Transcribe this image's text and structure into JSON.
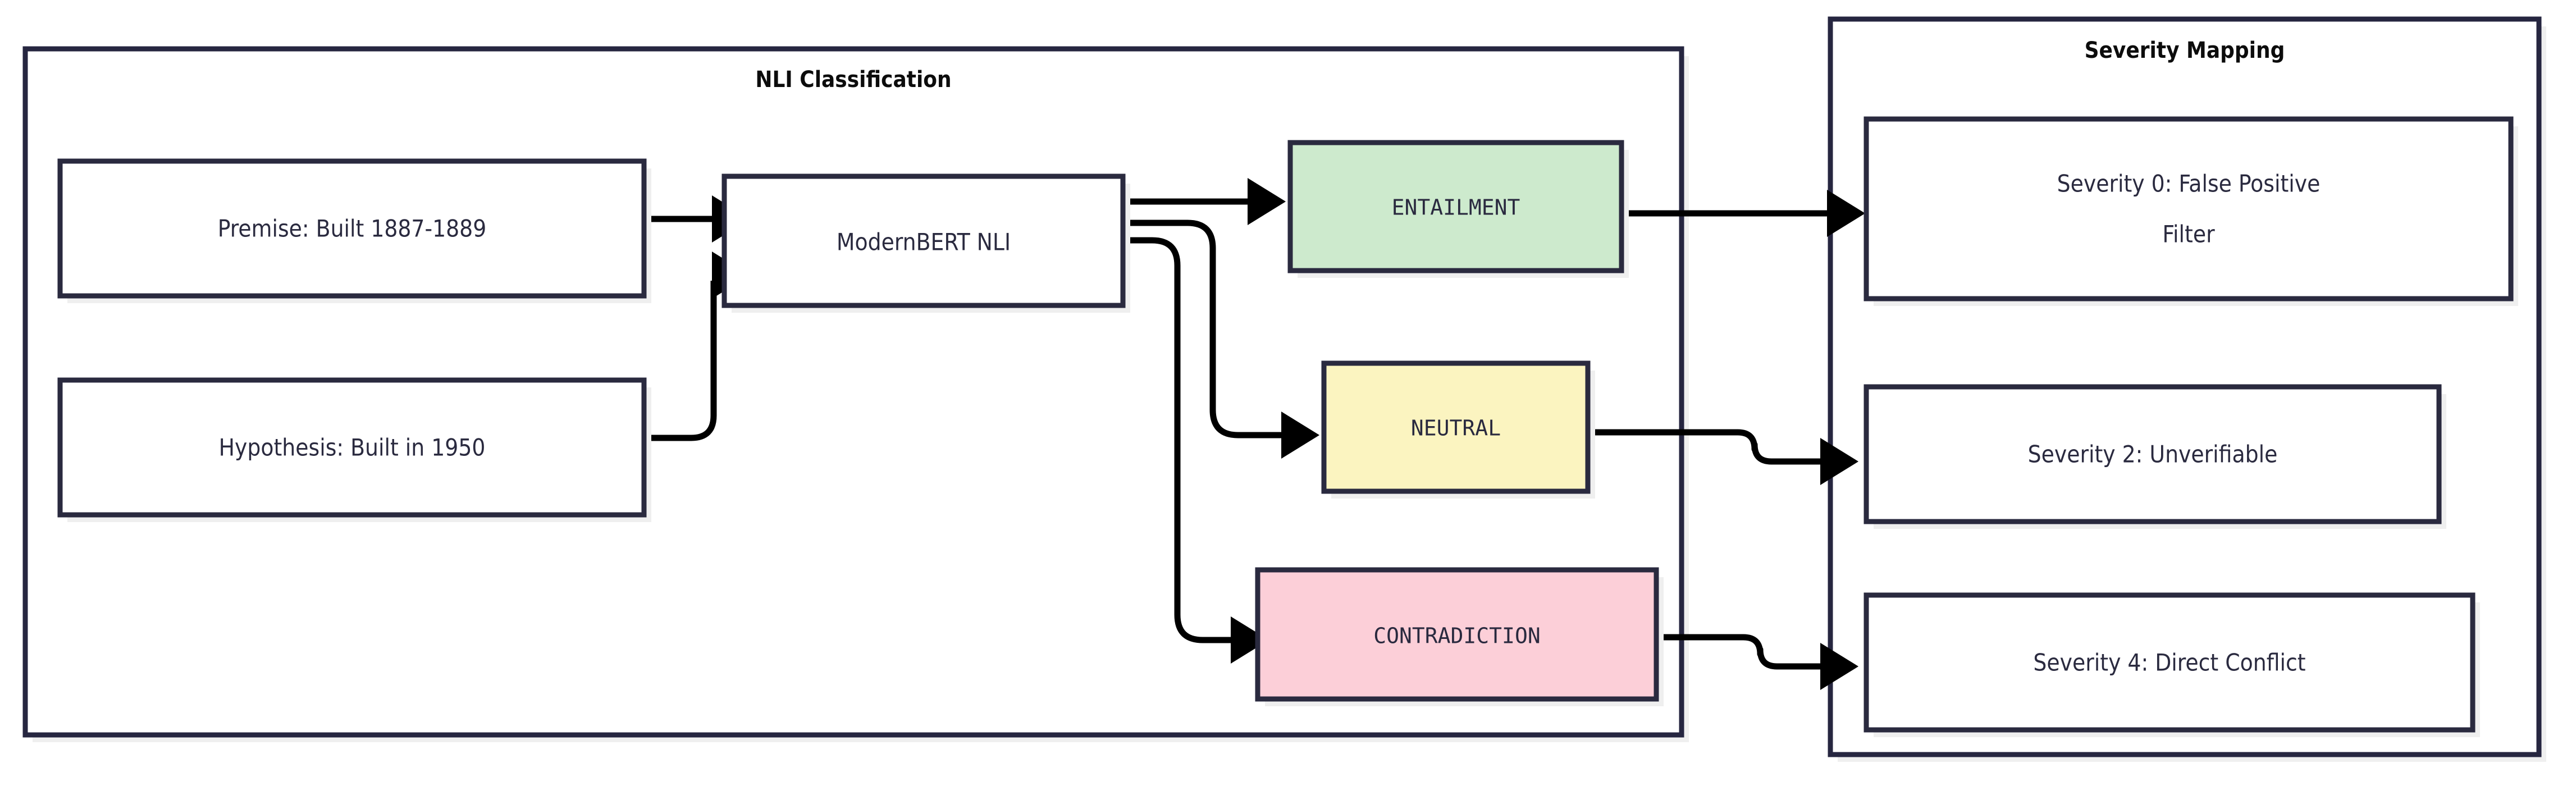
{
  "diagram": {
    "type": "flowchart",
    "direction": "left-to-right",
    "background_color": "#ffffff",
    "border_color": "#2a2a3f",
    "edge_color": "#000000",
    "shadow_color": "#efefef",
    "clusters": [
      {
        "id": "nli_classification",
        "label": "NLI Classification",
        "fill": "#ffffff",
        "stroke": "#262640"
      },
      {
        "id": "severity_mapping",
        "label": "Severity Mapping",
        "fill": "#ffffff",
        "stroke": "#262640"
      }
    ],
    "nodes": [
      {
        "id": "premise",
        "label": "Premise: Built 1887-1889",
        "fill": "#ffffff",
        "stroke": "#2a2a3f",
        "text_color": "#2a2a3f",
        "font": "sans"
      },
      {
        "id": "hypothesis",
        "label": "Hypothesis: Built in 1950",
        "fill": "#ffffff",
        "stroke": "#2a2a3f",
        "text_color": "#2a2a3f",
        "font": "sans"
      },
      {
        "id": "model",
        "label": "ModernBERT NLI",
        "fill": "#ffffff",
        "stroke": "#2a2a3f",
        "text_color": "#2a2a3f",
        "font": "sans"
      },
      {
        "id": "entailment",
        "label": "ENTAILMENT",
        "fill": "#cdeacd",
        "stroke": "#2a2a3f",
        "text_color": "#2a2a3f",
        "font": "mono"
      },
      {
        "id": "neutral",
        "label": "NEUTRAL",
        "fill": "#fbf4c0",
        "stroke": "#2a2a3f",
        "text_color": "#2a2a3f",
        "font": "mono"
      },
      {
        "id": "contradiction",
        "label": "CONTRADICTION",
        "fill": "#fccfd8",
        "stroke": "#2a2a3f",
        "text_color": "#2a2a3f",
        "font": "mono"
      },
      {
        "id": "severity0",
        "label_line1": "Severity 0: False Positive",
        "label_line2": "Filter",
        "label": "Severity 0: False Positive Filter",
        "fill": "#ffffff",
        "stroke": "#2a2a3f",
        "text_color": "#2a2a3f",
        "font": "sans"
      },
      {
        "id": "severity2",
        "label": "Severity 2: Unverifiable",
        "fill": "#ffffff",
        "stroke": "#2a2a3f",
        "text_color": "#2a2a3f",
        "font": "sans"
      },
      {
        "id": "severity4",
        "label": "Severity 4: Direct Conflict",
        "fill": "#ffffff",
        "stroke": "#2a2a3f",
        "text_color": "#2a2a3f",
        "font": "sans"
      }
    ],
    "edges": [
      {
        "from": "premise",
        "to": "model",
        "style": "arrow"
      },
      {
        "from": "hypothesis",
        "to": "model",
        "style": "arrow"
      },
      {
        "from": "model",
        "to": "entailment",
        "style": "arrow"
      },
      {
        "from": "model",
        "to": "neutral",
        "style": "arrow"
      },
      {
        "from": "model",
        "to": "contradiction",
        "style": "arrow"
      },
      {
        "from": "entailment",
        "to": "severity0",
        "style": "arrow"
      },
      {
        "from": "neutral",
        "to": "severity2",
        "style": "arrow"
      },
      {
        "from": "contradiction",
        "to": "severity4",
        "style": "arrow"
      }
    ]
  }
}
